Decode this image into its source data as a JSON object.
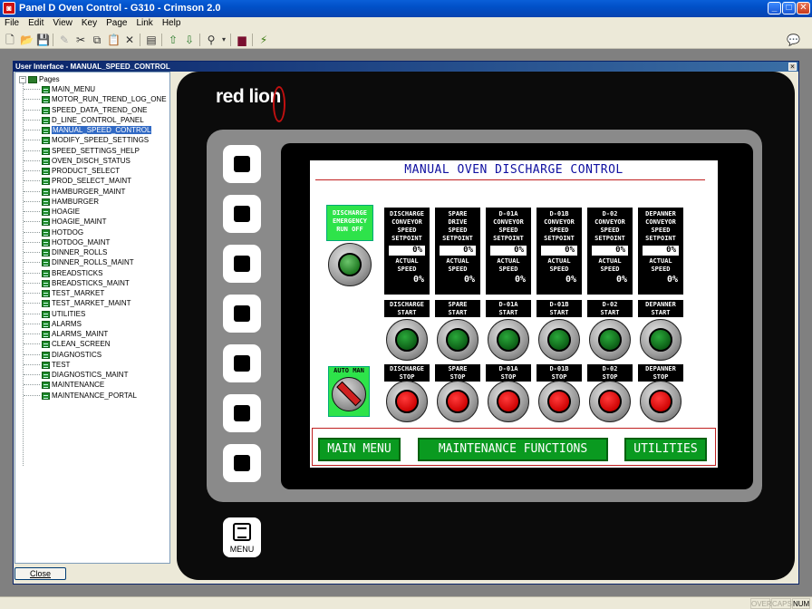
{
  "window": {
    "title": "Panel D Oven Control - G310 - Crimson 2.0",
    "minimize": "_",
    "maximize": "□",
    "close": "✕"
  },
  "menu": [
    "File",
    "Edit",
    "View",
    "Key",
    "Page",
    "Link",
    "Help"
  ],
  "child_window": {
    "title": "User Interface - MANUAL_SPEED_CONTROL",
    "close_button": "Close"
  },
  "tree": {
    "root": "Pages",
    "items": [
      "MAIN_MENU",
      "MOTOR_RUN_TREND_LOG_ONE",
      "SPEED_DATA_TREND_ONE",
      "D_LINE_CONTROL_PANEL",
      "MANUAL_SPEED_CONTROL",
      "MODIFY_SPEED_SETTINGS",
      "SPEED_SETTINGS_HELP",
      "OVEN_DISCH_STATUS",
      "PRODUCT_SELECT",
      "PROD_SELECT_MAINT",
      "HAMBURGER_MAINT",
      "HAMBURGER",
      "HOAGIE",
      "HOAGIE_MAINT",
      "HOTDOG",
      "HOTDOG_MAINT",
      "DINNER_ROLLS",
      "DINNER_ROLLS_MAINT",
      "BREADSTICKS",
      "BREADSTICKS_MAINT",
      "TEST_MARKET",
      "TEST_MARKET_MAINT",
      "UTILITIES",
      "ALARMS",
      "ALARMS_MAINT",
      "CLEAN_SCREEN",
      "DIAGNOSTICS",
      "TEST",
      "DIAGNOSTICS_MAINT",
      "MAINTENANCE",
      "MAINTENANCE_PORTAL"
    ],
    "selected_index": 4
  },
  "device": {
    "logo": "red lion",
    "menu_key": "MENU"
  },
  "hmi": {
    "title": "MANUAL OVEN DISCHARGE CONTROL",
    "emergency": [
      "DISCHARGE",
      "EMERGENCY",
      "RUN OFF"
    ],
    "automan": "AUTO MAN",
    "columns": [
      {
        "hdr": [
          "DISCHARGE",
          "CONVEYOR",
          "SPEED",
          "SETPOINT"
        ],
        "setpoint": "0%",
        "actual_lbl": [
          "ACTUAL",
          "SPEED"
        ],
        "actual": "0%",
        "start": [
          "DISCHARGE",
          "START"
        ],
        "stop": [
          "DISCHARGE",
          "STOP"
        ]
      },
      {
        "hdr": [
          "SPARE",
          "DRIVE",
          "SPEED",
          "SETPOINT"
        ],
        "setpoint": "0%",
        "actual_lbl": [
          "ACTUAL",
          "SPEED"
        ],
        "actual": "0%",
        "start": [
          "SPARE",
          "START"
        ],
        "stop": [
          "SPARE",
          "STOP"
        ]
      },
      {
        "hdr": [
          "D-01A",
          "CONVEYOR",
          "SPEED",
          "SETPOINT"
        ],
        "setpoint": "0%",
        "actual_lbl": [
          "ACTUAL",
          "SPEED"
        ],
        "actual": "0%",
        "start": [
          "D-01A",
          "START"
        ],
        "stop": [
          "D-01A",
          "STOP"
        ]
      },
      {
        "hdr": [
          "D-01B",
          "CONVEYOR",
          "SPEED",
          "SETPOINT"
        ],
        "setpoint": "0%",
        "actual_lbl": [
          "ACTUAL",
          "SPEED"
        ],
        "actual": "0%",
        "start": [
          "D-01B",
          "START"
        ],
        "stop": [
          "D-01B",
          "STOP"
        ]
      },
      {
        "hdr": [
          "D-02",
          "CONVEYOR",
          "SPEED",
          "SETPOINT"
        ],
        "setpoint": "0%",
        "actual_lbl": [
          "ACTUAL",
          "SPEED"
        ],
        "actual": "0%",
        "start": [
          "D-02",
          "START"
        ],
        "stop": [
          "D-02",
          "STOP"
        ]
      },
      {
        "hdr": [
          "DEPANNER",
          "CONVEYOR",
          "SPEED",
          "SETPOINT"
        ],
        "setpoint": "0%",
        "actual_lbl": [
          "ACTUAL",
          "SPEED"
        ],
        "actual": "0%",
        "start": [
          "DEPANNER",
          "START"
        ],
        "stop": [
          "DEPANNER",
          "STOP"
        ]
      }
    ],
    "nav": {
      "main_menu": "MAIN MENU",
      "maintenance": "MAINTENANCE FUNCTIONS",
      "utilities": "UTILITIES"
    }
  },
  "statusbar": {
    "over": "OVER",
    "caps": "CAPS",
    "num": "NUM"
  }
}
